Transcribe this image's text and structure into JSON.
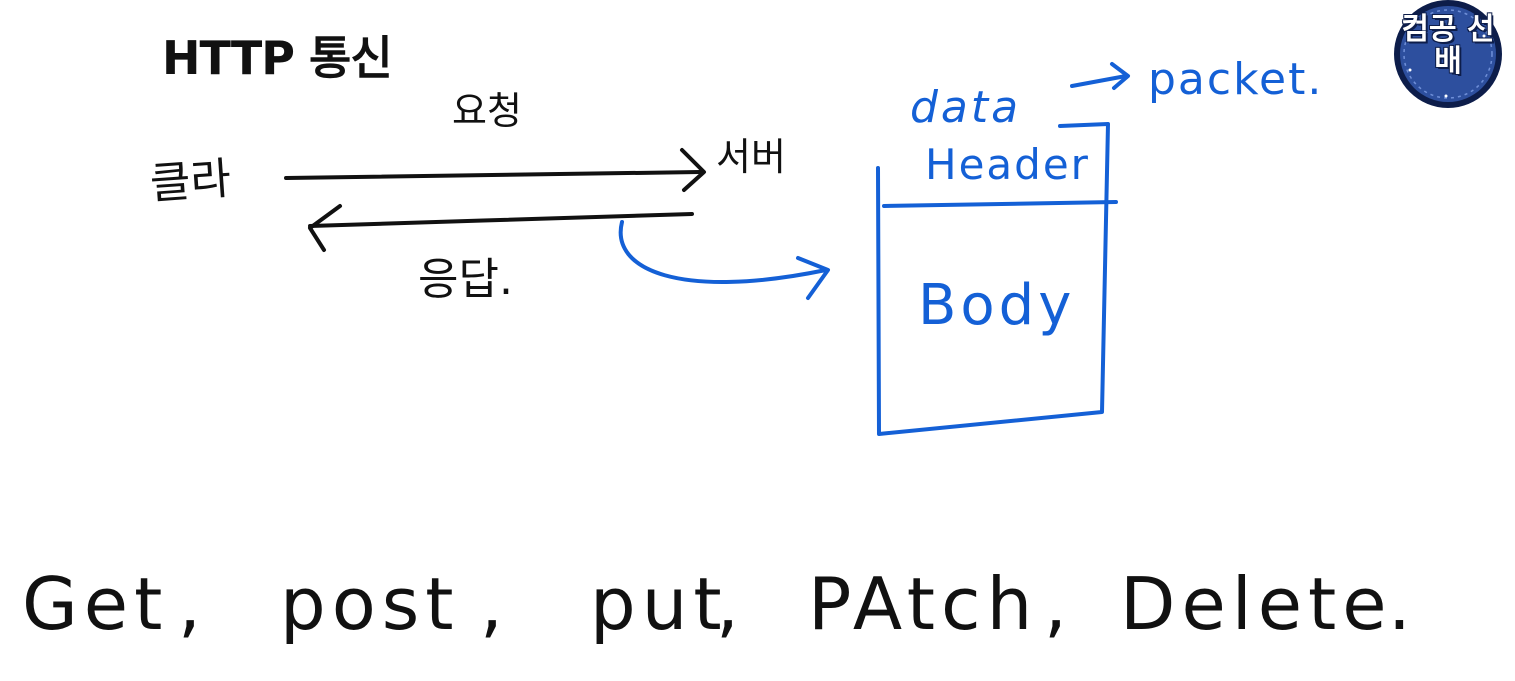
{
  "title": "HTTP 통신",
  "flow": {
    "client_label": "클라",
    "server_label": "서버",
    "request_label": "요청",
    "response_label": "응답."
  },
  "packet_diagram": {
    "data_label": "data",
    "packet_label": "packet.",
    "header_label": "Header",
    "body_label": "Body"
  },
  "methods": [
    "Get",
    "post",
    "put",
    "PAtch",
    "Delete"
  ],
  "method_separators": [
    ",",
    ",",
    ",",
    ",",
    "."
  ],
  "logo": {
    "text": "컴공 선배"
  },
  "colors": {
    "background": "#ffffff",
    "black_ink": "#111111",
    "blue_ink": "#1460d6",
    "logo_fill": "#2d4f9e",
    "logo_ring": "#0d1d4a"
  }
}
